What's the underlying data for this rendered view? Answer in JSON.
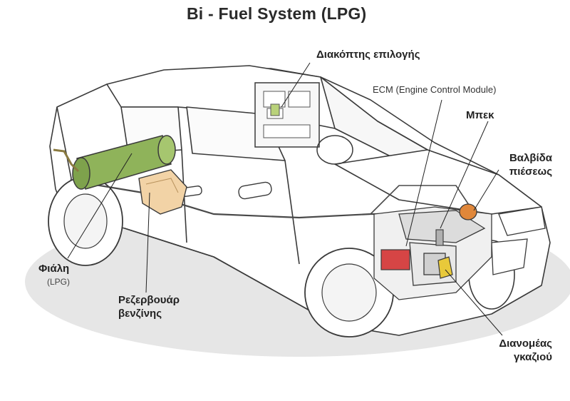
{
  "title": "Bi - Fuel System (LPG)",
  "labels": {
    "selector_switch": "Διακόπτης επιλογής",
    "ecm": "ECM (Engine Control Module)",
    "injector": "Μπεκ",
    "pressure_valve_line1": "Βαλβίδα",
    "pressure_valve_line2": "πιέσεως",
    "cylinder": "Φιάλη",
    "cylinder_sub": "(LPG)",
    "petrol_tank_line1": "Ρεζερβουάρ",
    "petrol_tank_line2": "βενζίνης",
    "gas_distributor_line1": "Διανομέας",
    "gas_distributor_line2": "γκαζιού"
  },
  "colors": {
    "lpg_tank": "#8fb35a",
    "petrol_tank": "#f2d3a6",
    "ecm_module": "#d64545",
    "pressure_valve": "#e0873a",
    "distributor": "#e8c93a",
    "outline": "#3a3a3a"
  }
}
